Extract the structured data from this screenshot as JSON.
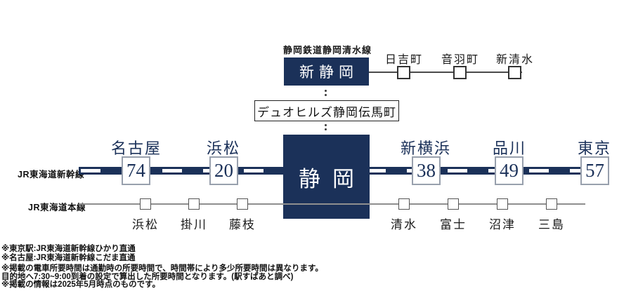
{
  "colors": {
    "navy": "#1b3159",
    "rail_dark": "#4a4a4a",
    "rail_gray": "#8f8f8f",
    "minute_box_border": "#98a0ad"
  },
  "shizutetsu": {
    "line_label": "静岡鉄道静岡清水線",
    "terminal": "新静岡",
    "stations": [
      {
        "name": "日吉町"
      },
      {
        "name": "音羽町"
      },
      {
        "name": "新清水"
      }
    ]
  },
  "property": {
    "name": "デュオヒルズ静岡伝馬町"
  },
  "shinkansen": {
    "line_label": "JR東海道新幹線",
    "hub": "静岡",
    "stations_left": [
      {
        "name": "名古屋",
        "minutes": "74"
      },
      {
        "name": "浜松",
        "minutes": "20"
      }
    ],
    "stations_right": [
      {
        "name": "新横浜",
        "minutes": "38"
      },
      {
        "name": "品川",
        "minutes": "49"
      },
      {
        "name": "東京",
        "minutes": "57"
      }
    ]
  },
  "local_line": {
    "line_label": "JR東海道本線",
    "stations_left": [
      {
        "name": "浜松"
      },
      {
        "name": "掛川"
      },
      {
        "name": "藤枝"
      }
    ],
    "stations_right": [
      {
        "name": "清水"
      },
      {
        "name": "富士"
      },
      {
        "name": "沼津"
      },
      {
        "name": "三島"
      }
    ]
  },
  "notes": {
    "line1": "※東京駅:JR東海道新幹線ひかり直通",
    "line2": "※名古屋:JR東海道新幹線こだま直通",
    "line3": "※掲載の電車所要時間は通勤時の所要時間で、時間帯により多少所要時間は異なります。",
    "line4": "目的地へ7:30~9:00到着の設定で算出した所要時間となります。(駅すぱあと調べ)",
    "line5": "※掲載の情報は2025年5月時点のものです。"
  }
}
